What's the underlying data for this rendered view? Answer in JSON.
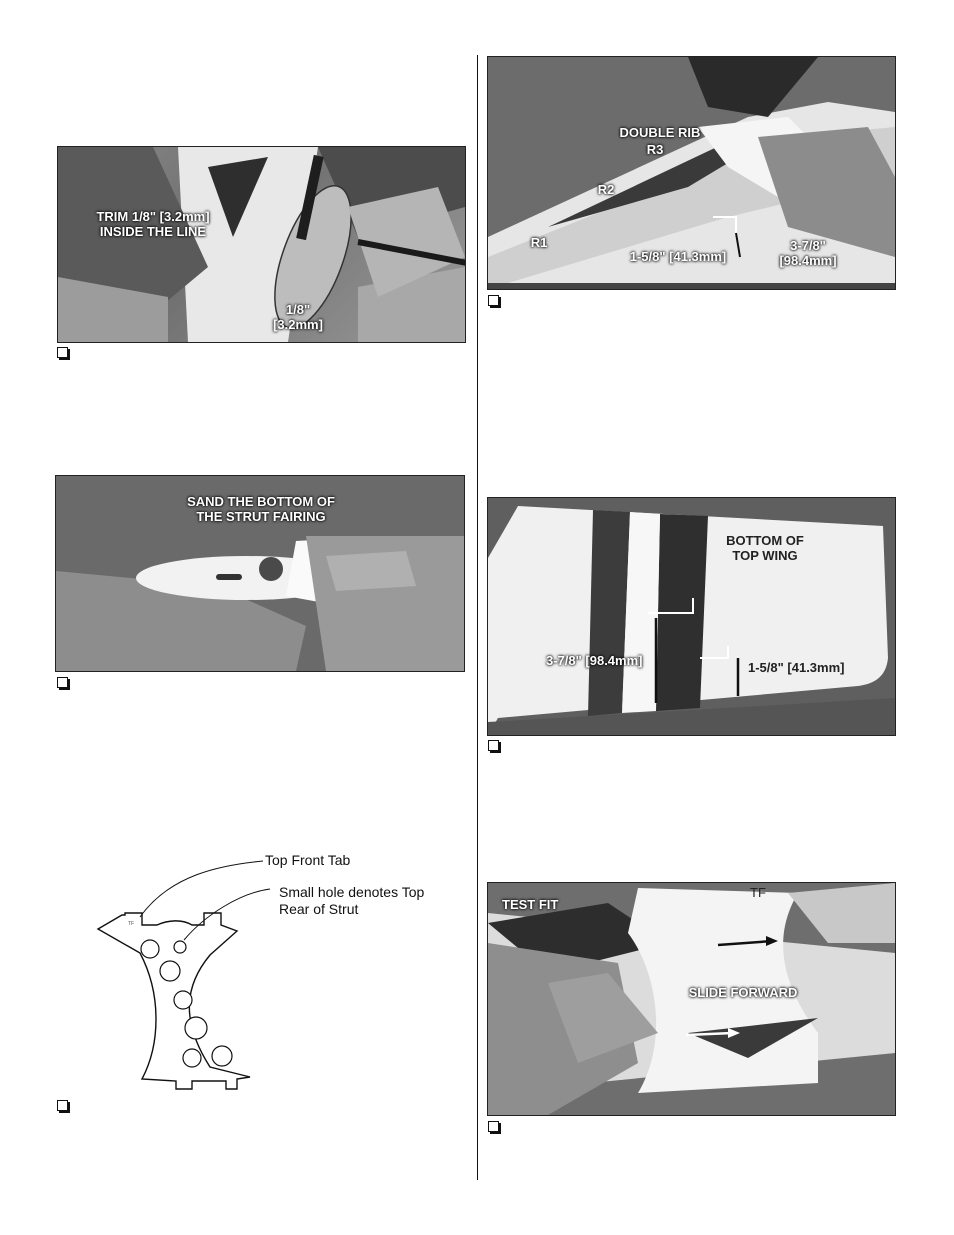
{
  "photo1": {
    "label_trim": "TRIM 1/8\" [3.2mm]\nINSIDE THE LINE",
    "label_dim": "1/8\"\n[3.2mm]"
  },
  "photo2": {
    "label_sand": "SAND THE BOTTOM OF\nTHE STRUT FAIRING"
  },
  "diagram": {
    "callout_top_front": "Top Front Tab",
    "callout_small_hole": "Small hole denotes Top\nRear of Strut",
    "tab_mark": "TF"
  },
  "photo3": {
    "label_double_rib": "DOUBLE RIB",
    "label_r3": "R3",
    "label_r2": "R2",
    "label_r1": "R1",
    "label_dim_small": "1-5/8\" [41.3mm]",
    "label_dim_large": "3-7/8\"\n[98.4mm]"
  },
  "photo4": {
    "label_bottom": "BOTTOM OF\nTOP WING",
    "label_dim_large": "3-7/8\" [98.4mm]",
    "label_dim_small": "1-5/8\" [41.3mm]"
  },
  "photo5": {
    "label_test_fit": "TEST FIT",
    "label_slide": "SLIDE FORWARD",
    "label_tf": "TF"
  },
  "colors": {
    "photo_bg": "#7a7a7a",
    "label": "#ffffff",
    "rule": "#111111"
  }
}
